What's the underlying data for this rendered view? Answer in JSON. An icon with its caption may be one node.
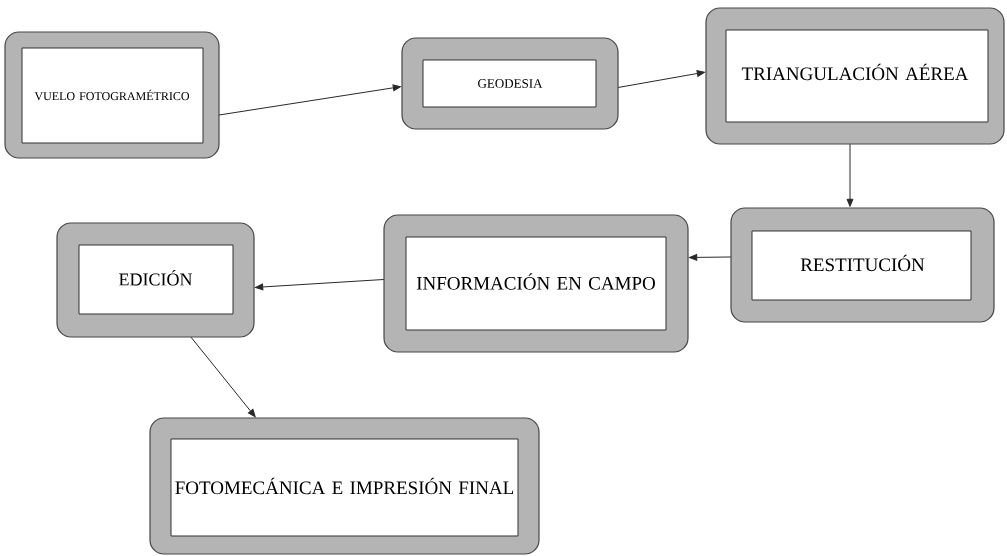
{
  "diagram": {
    "nodes": [
      {
        "text": [
          "VUELO FOTOGRAMÉTRICO"
        ]
      },
      {
        "text": [
          "GEODESIA"
        ]
      },
      {
        "text": [
          "TRIANGULACIÓN AÉREA"
        ]
      },
      {
        "text": [
          "RESTITUCIÓN"
        ]
      },
      {
        "text": [
          "INFORMACIÓN EN CAMPO"
        ]
      },
      {
        "text": [
          "EDICIÓN"
        ]
      },
      {
        "text": [
          "FOTOMECÁNICA E IMPRESIÓN FINAL"
        ]
      }
    ],
    "edges": [
      {
        "from": 0,
        "to": 1,
        "arrow": "to"
      },
      {
        "from": 1,
        "to": 2,
        "arrow": "to"
      },
      {
        "from": 2,
        "to": 3,
        "arrow": "to"
      },
      {
        "from": 3,
        "to": 4,
        "arrow": "to"
      },
      {
        "from": 4,
        "to": 5,
        "arrow": "to"
      },
      {
        "from": 5,
        "to": 6,
        "arrow": "to"
      }
    ]
  }
}
